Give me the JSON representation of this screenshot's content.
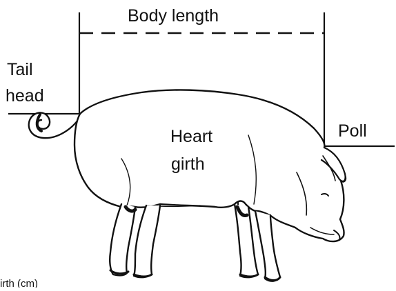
{
  "diagram": {
    "labels": {
      "body_length": "Body length",
      "tail_head_line1": "Tail",
      "tail_head_line2": "head",
      "heart_girth_line1": "Heart",
      "heart_girth_line2": "girth",
      "poll": "Poll",
      "bottom_cut_text": "irth (cm)"
    },
    "colors": {
      "ink": "#111111",
      "background": "#ffffff"
    }
  }
}
